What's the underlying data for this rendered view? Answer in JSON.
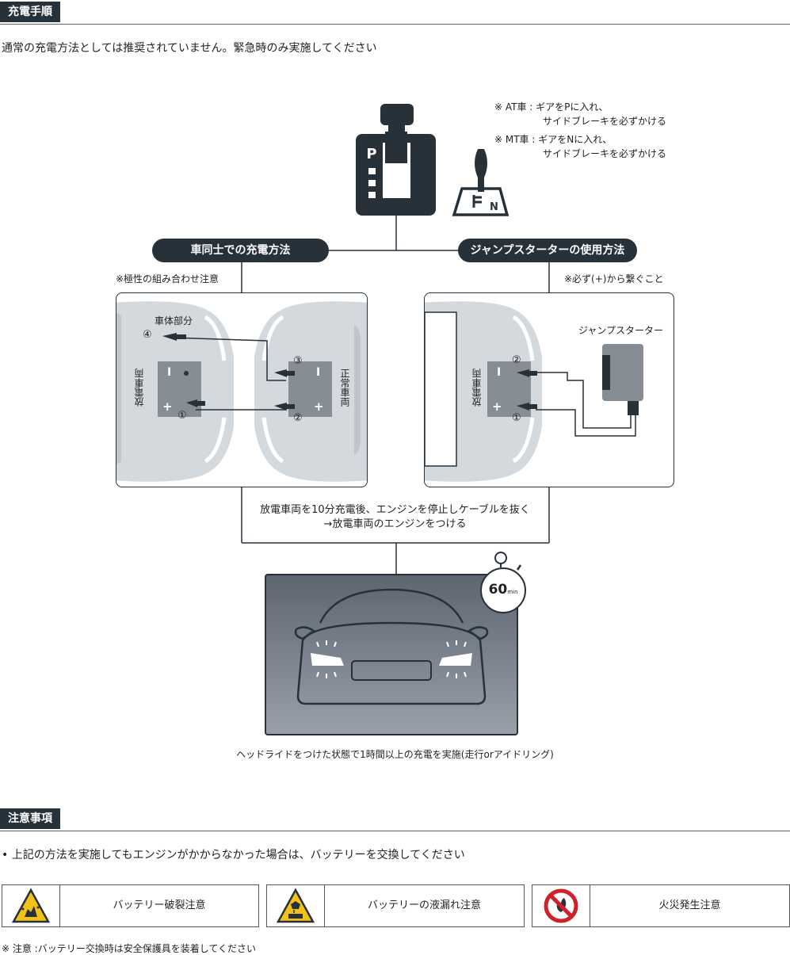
{
  "section1": {
    "title": "充電手順"
  },
  "intro": "通常の充電方法としては推奨されていません。緊急時のみ実施してください",
  "gear_notes": {
    "at_line1": "※ AT車 : ギアをPに入れ、",
    "at_line2": "サイドブレーキを必ずかける",
    "mt_line1": "※ MT車 : ギアをNに入れ、",
    "mt_line2": "サイドブレーキを必ずかける",
    "p_label": "P",
    "n_label": "N"
  },
  "car_to_car": {
    "pill": "車同士での充電方法",
    "note": "※極性の組み合わせ注意",
    "body_part": "車体部分",
    "discharged": "放電車両",
    "normal": "正常車両",
    "n1": "①",
    "n2": "②",
    "n3": "③",
    "n4": "④"
  },
  "jump_starter": {
    "pill": "ジャンプスターターの使用方法",
    "note": "※必ず(+)から繋ぐこと",
    "device": "ジャンプスターター",
    "discharged": "放電車両",
    "n1": "①",
    "n2": "②"
  },
  "step_box": {
    "line1": "放電車両を10分充電後、エンジンを停止しケーブルを抜く",
    "line2": "→放電車両のエンジンをつける"
  },
  "timer": {
    "value": "60",
    "unit": "min"
  },
  "headlight_caption": "ヘッドライドをつけた状態で1時間以上の充電を実施(走行orアイドリング)",
  "section2": {
    "title": "注意事項"
  },
  "caution_bullet": "• 上記の方法を実施してもエンジンがかからなかった場合は、バッテリーを交換してください",
  "warnings": [
    {
      "label": "バッテリー破裂注意",
      "icon": "explosion-warning-icon"
    },
    {
      "label": "バッテリーの液漏れ注意",
      "icon": "corrosive-warning-icon"
    },
    {
      "label": "火災発生注意",
      "icon": "no-fire-icon"
    }
  ],
  "footer_note": "※ 注意 :バッテリー交換時は安全保護具を装着してください"
}
